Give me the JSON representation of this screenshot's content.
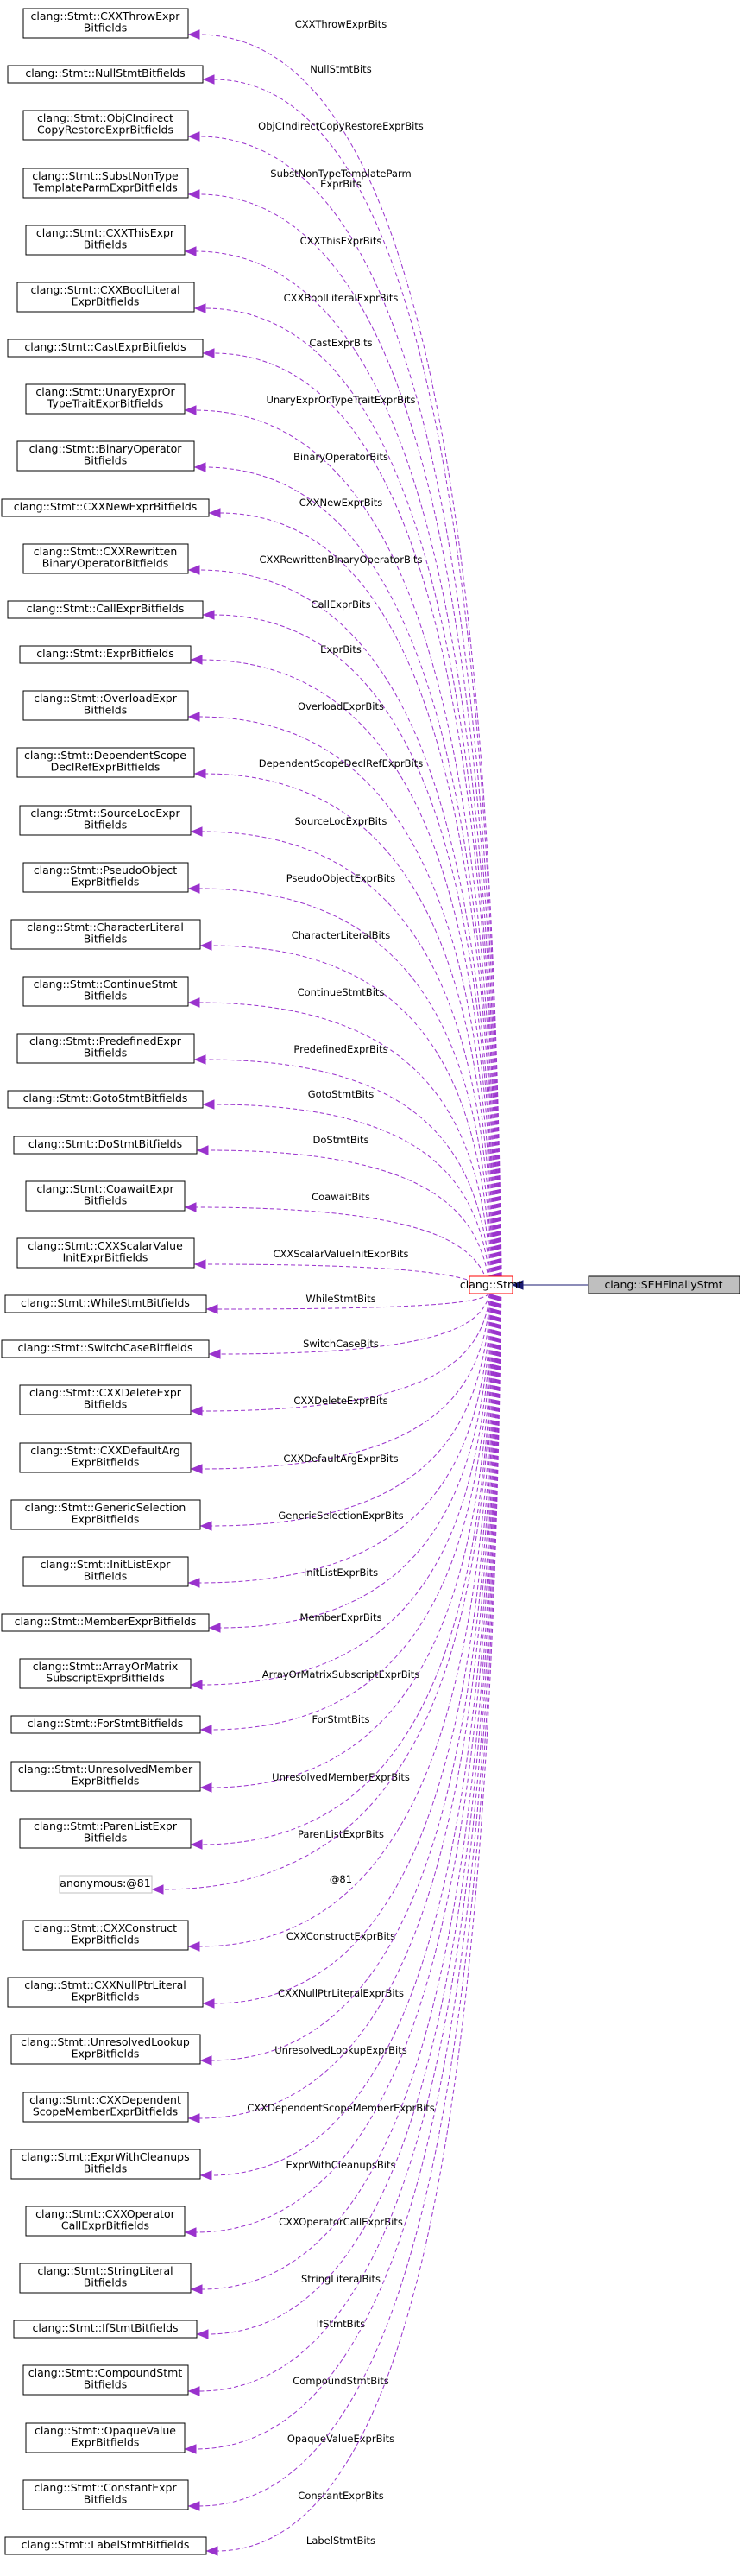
{
  "root": {
    "label": "clang::Stmt"
  },
  "derived": {
    "label": "clang::SEHFinallyStmt"
  },
  "edge_color": "#9a32cd",
  "inherit_color": "#191970",
  "members": [
    {
      "lines": [
        "clang::Stmt::CXXThrowExpr",
        "Bitfields"
      ],
      "edge": [
        "CXXThrowExprBits"
      ]
    },
    {
      "lines": [
        "clang::Stmt::NullStmtBitfields"
      ],
      "edge": [
        "NullStmtBits"
      ]
    },
    {
      "lines": [
        "clang::Stmt::ObjCIndirect",
        "CopyRestoreExprBitfields"
      ],
      "edge": [
        "ObjCIndirectCopyRestoreExprBits"
      ]
    },
    {
      "lines": [
        "clang::Stmt::SubstNonType",
        "TemplateParmExprBitfields"
      ],
      "edge": [
        "SubstNonTypeTemplateParm",
        "ExprBits"
      ]
    },
    {
      "lines": [
        "clang::Stmt::CXXThisExpr",
        "Bitfields"
      ],
      "edge": [
        "CXXThisExprBits"
      ]
    },
    {
      "lines": [
        "clang::Stmt::CXXBoolLiteral",
        "ExprBitfields"
      ],
      "edge": [
        "CXXBoolLiteralExprBits"
      ]
    },
    {
      "lines": [
        "clang::Stmt::CastExprBitfields"
      ],
      "edge": [
        "CastExprBits"
      ]
    },
    {
      "lines": [
        "clang::Stmt::UnaryExprOr",
        "TypeTraitExprBitfields"
      ],
      "edge": [
        "UnaryExprOrTypeTraitExprBits"
      ]
    },
    {
      "lines": [
        "clang::Stmt::BinaryOperator",
        "Bitfields"
      ],
      "edge": [
        "BinaryOperatorBits"
      ]
    },
    {
      "lines": [
        "clang::Stmt::CXXNewExprBitfields"
      ],
      "edge": [
        "CXXNewExprBits"
      ]
    },
    {
      "lines": [
        "clang::Stmt::CXXRewritten",
        "BinaryOperatorBitfields"
      ],
      "edge": [
        "CXXRewrittenBinaryOperatorBits"
      ]
    },
    {
      "lines": [
        "clang::Stmt::CallExprBitfields"
      ],
      "edge": [
        "CallExprBits"
      ]
    },
    {
      "lines": [
        "clang::Stmt::ExprBitfields"
      ],
      "edge": [
        "ExprBits"
      ]
    },
    {
      "lines": [
        "clang::Stmt::OverloadExpr",
        "Bitfields"
      ],
      "edge": [
        "OverloadExprBits"
      ]
    },
    {
      "lines": [
        "clang::Stmt::DependentScope",
        "DeclRefExprBitfields"
      ],
      "edge": [
        "DependentScopeDeclRefExprBits"
      ]
    },
    {
      "lines": [
        "clang::Stmt::SourceLocExpr",
        "Bitfields"
      ],
      "edge": [
        "SourceLocExprBits"
      ]
    },
    {
      "lines": [
        "clang::Stmt::PseudoObject",
        "ExprBitfields"
      ],
      "edge": [
        "PseudoObjectExprBits"
      ]
    },
    {
      "lines": [
        "clang::Stmt::CharacterLiteral",
        "Bitfields"
      ],
      "edge": [
        "CharacterLiteralBits"
      ]
    },
    {
      "lines": [
        "clang::Stmt::ContinueStmt",
        "Bitfields"
      ],
      "edge": [
        "ContinueStmtBits"
      ]
    },
    {
      "lines": [
        "clang::Stmt::PredefinedExpr",
        "Bitfields"
      ],
      "edge": [
        "PredefinedExprBits"
      ]
    },
    {
      "lines": [
        "clang::Stmt::GotoStmtBitfields"
      ],
      "edge": [
        "GotoStmtBits"
      ]
    },
    {
      "lines": [
        "clang::Stmt::DoStmtBitfields"
      ],
      "edge": [
        "DoStmtBits"
      ]
    },
    {
      "lines": [
        "clang::Stmt::CoawaitExpr",
        "Bitfields"
      ],
      "edge": [
        "CoawaitBits"
      ]
    },
    {
      "lines": [
        "clang::Stmt::CXXScalarValue",
        "InitExprBitfields"
      ],
      "edge": [
        "CXXScalarValueInitExprBits"
      ]
    },
    {
      "lines": [
        "clang::Stmt::WhileStmtBitfields"
      ],
      "edge": [
        "WhileStmtBits"
      ]
    },
    {
      "lines": [
        "clang::Stmt::SwitchCaseBitfields"
      ],
      "edge": [
        "SwitchCaseBits"
      ]
    },
    {
      "lines": [
        "clang::Stmt::CXXDeleteExpr",
        "Bitfields"
      ],
      "edge": [
        "CXXDeleteExprBits"
      ]
    },
    {
      "lines": [
        "clang::Stmt::CXXDefaultArg",
        "ExprBitfields"
      ],
      "edge": [
        "CXXDefaultArgExprBits"
      ]
    },
    {
      "lines": [
        "clang::Stmt::GenericSelection",
        "ExprBitfields"
      ],
      "edge": [
        "GenericSelectionExprBits"
      ]
    },
    {
      "lines": [
        "clang::Stmt::InitListExpr",
        "Bitfields"
      ],
      "edge": [
        "InitListExprBits"
      ]
    },
    {
      "lines": [
        "clang::Stmt::MemberExprBitfields"
      ],
      "edge": [
        "MemberExprBits"
      ]
    },
    {
      "lines": [
        "clang::Stmt::ArrayOrMatrix",
        "SubscriptExprBitfields"
      ],
      "edge": [
        "ArrayOrMatrixSubscriptExprBits"
      ]
    },
    {
      "lines": [
        "clang::Stmt::ForStmtBitfields"
      ],
      "edge": [
        "ForStmtBits"
      ]
    },
    {
      "lines": [
        "clang::Stmt::UnresolvedMember",
        "ExprBitfields"
      ],
      "edge": [
        "UnresolvedMemberExprBits"
      ]
    },
    {
      "lines": [
        "clang::Stmt::ParenListExpr",
        "Bitfields"
      ],
      "edge": [
        "ParenListExprBits"
      ]
    },
    {
      "lines": [
        "anonymous:@81"
      ],
      "edge": [
        "@81"
      ],
      "grey": true
    },
    {
      "lines": [
        "clang::Stmt::CXXConstruct",
        "ExprBitfields"
      ],
      "edge": [
        "CXXConstructExprBits"
      ]
    },
    {
      "lines": [
        "clang::Stmt::CXXNullPtrLiteral",
        "ExprBitfields"
      ],
      "edge": [
        "CXXNullPtrLiteralExprBits"
      ]
    },
    {
      "lines": [
        "clang::Stmt::UnresolvedLookup",
        "ExprBitfields"
      ],
      "edge": [
        "UnresolvedLookupExprBits"
      ]
    },
    {
      "lines": [
        "clang::Stmt::CXXDependent",
        "ScopeMemberExprBitfields"
      ],
      "edge": [
        "CXXDependentScopeMemberExprBits"
      ]
    },
    {
      "lines": [
        "clang::Stmt::ExprWithCleanups",
        "Bitfields"
      ],
      "edge": [
        "ExprWithCleanupsBits"
      ]
    },
    {
      "lines": [
        "clang::Stmt::CXXOperator",
        "CallExprBitfields"
      ],
      "edge": [
        "CXXOperatorCallExprBits"
      ]
    },
    {
      "lines": [
        "clang::Stmt::StringLiteral",
        "Bitfields"
      ],
      "edge": [
        "StringLiteralBits"
      ]
    },
    {
      "lines": [
        "clang::Stmt::IfStmtBitfields"
      ],
      "edge": [
        "IfStmtBits"
      ]
    },
    {
      "lines": [
        "clang::Stmt::CompoundStmt",
        "Bitfields"
      ],
      "edge": [
        "CompoundStmtBits"
      ]
    },
    {
      "lines": [
        "clang::Stmt::OpaqueValue",
        "ExprBitfields"
      ],
      "edge": [
        "OpaqueValueExprBits"
      ]
    },
    {
      "lines": [
        "clang::Stmt::ConstantExpr",
        "Bitfields"
      ],
      "edge": [
        "ConstantExprBits"
      ]
    },
    {
      "lines": [
        "clang::Stmt::LabelStmtBitfields"
      ],
      "edge": [
        "LabelStmtBits"
      ]
    }
  ]
}
